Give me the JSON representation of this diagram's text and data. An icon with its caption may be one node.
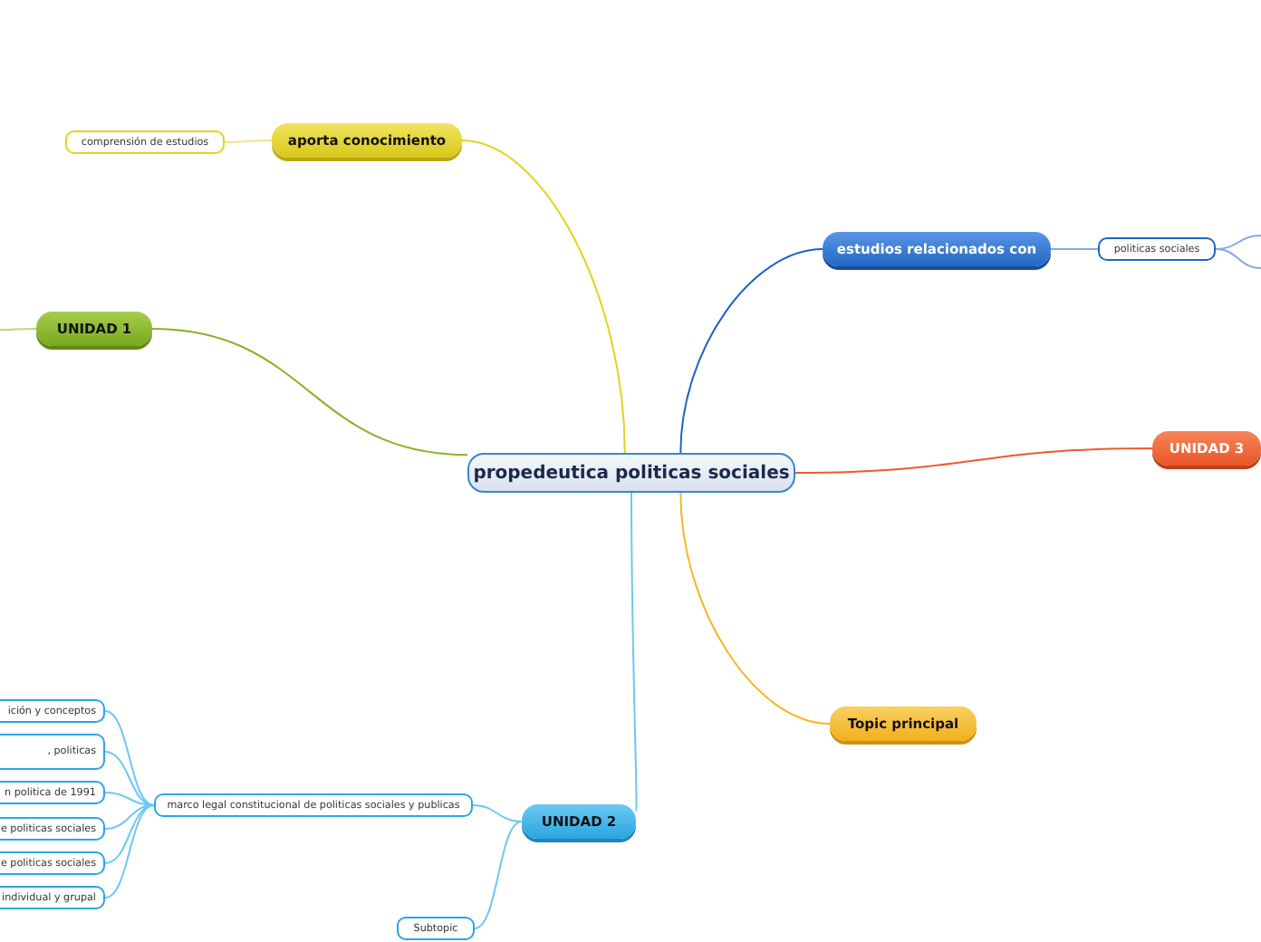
{
  "diagram": {
    "nodes": [
      {
        "text": [
          "propedeutica politicas sociales"
        ]
      },
      {
        "text": [
          "aporta conocimiento"
        ]
      },
      {
        "text": [
          "comprensión de estudios"
        ]
      },
      {
        "text": [
          "UNIDAD 1"
        ]
      },
      {
        "text": [
          "estudios relacionados con"
        ]
      },
      {
        "text": [
          "politicas sociales"
        ]
      },
      {
        "text": [
          "UNIDAD 3"
        ]
      },
      {
        "text": [
          "Topic principal"
        ]
      },
      {
        "text": [
          "UNIDAD 2"
        ]
      },
      {
        "text": [
          "marco legal constitucional de politicas sociales y publicas"
        ]
      },
      {
        "text": [
          "ición y conceptos"
        ]
      },
      {
        "text": [
          ", politicas"
        ]
      },
      {
        "text": [
          "n politica de 1991"
        ]
      },
      {
        "text": [
          "e politicas sociales"
        ]
      },
      {
        "text": [
          "e politicas sociales"
        ]
      },
      {
        "text": [
          "individual y grupal"
        ]
      },
      {
        "text": [
          "Subtopic"
        ]
      }
    ],
    "edges": [
      {
        "from": 0,
        "to": 1,
        "arrow": "none",
        "color": "#e2d41c"
      },
      {
        "from": 1,
        "to": 2,
        "arrow": "none",
        "color": "#ede58a"
      },
      {
        "from": 0,
        "to": 3,
        "arrow": "none",
        "color": "#86b424"
      },
      {
        "from": 3,
        "to": null,
        "arrow": "none",
        "color": "#b9d77a"
      },
      {
        "from": 0,
        "to": 4,
        "arrow": "none",
        "color": "#1f64c8"
      },
      {
        "from": 4,
        "to": 5,
        "arrow": "none",
        "color": "#7fa9e8"
      },
      {
        "from": 5,
        "to": null,
        "arrow": "none",
        "color": "#7fa9e8"
      },
      {
        "from": 5,
        "to": null,
        "arrow": "none",
        "color": "#7fa9e8"
      },
      {
        "from": 0,
        "to": 6,
        "arrow": "none",
        "color": "#ee5a2c"
      },
      {
        "from": 0,
        "to": 7,
        "arrow": "none",
        "color": "#f4b824"
      },
      {
        "from": 0,
        "to": 8,
        "arrow": "none"
      },
      {
        "from": 8,
        "to": 9,
        "arrow": "none"
      },
      {
        "from": 9,
        "to": 10,
        "arrow": "none"
      },
      {
        "from": 9,
        "to": 11,
        "arrow": "none"
      },
      {
        "from": 9,
        "to": 12,
        "arrow": "none"
      },
      {
        "from": 9,
        "to": 13,
        "arrow": "none"
      },
      {
        "from": 9,
        "to": 14,
        "arrow": "none"
      },
      {
        "from": 9,
        "to": 15,
        "arrow": "none"
      },
      {
        "from": 8,
        "to": 16,
        "arrow": "none"
      }
    ]
  }
}
